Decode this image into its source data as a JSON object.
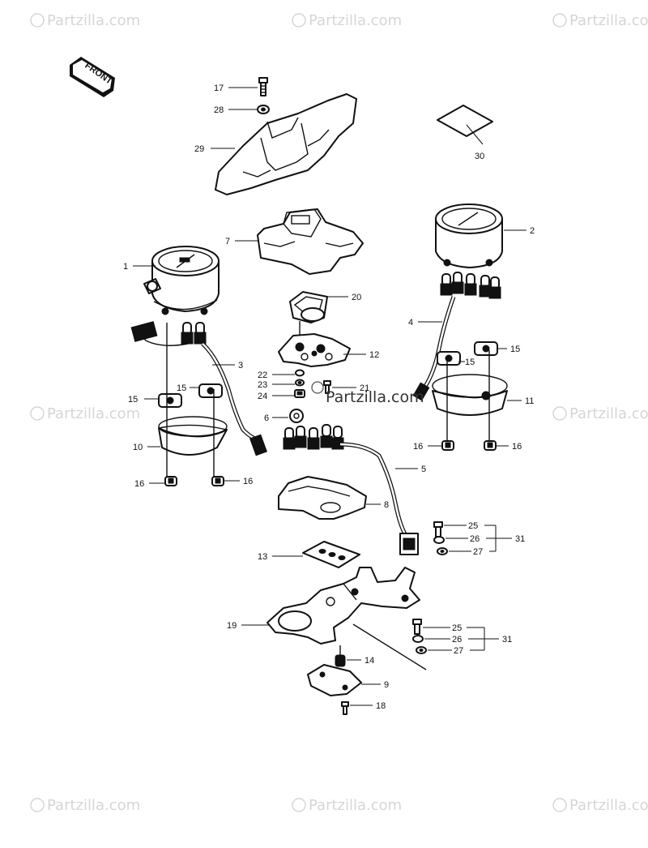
{
  "watermark": {
    "text": "Partzilla.com",
    "center_text": "Partzilla.com"
  },
  "front_arrow": {
    "text": "FRONT"
  },
  "callouts": {
    "c1": "1",
    "c2": "2",
    "c3": "3",
    "c4": "4",
    "c5": "5",
    "c6": "6",
    "c7": "7",
    "c8": "8",
    "c9": "9",
    "c10": "10",
    "c11": "11",
    "c12": "12",
    "c13": "13",
    "c14": "14",
    "c15a": "15",
    "c15b": "15",
    "c15c": "15",
    "c16a": "16",
    "c16b": "16",
    "c16c": "16",
    "c16d": "16",
    "c17": "17",
    "c18": "18",
    "c19": "19",
    "c20": "20",
    "c21": "21",
    "c22": "22",
    "c23": "23",
    "c24": "24",
    "c25a": "25",
    "c26a": "26",
    "c27a": "27",
    "c31a": "31",
    "c25b": "25",
    "c26b": "26",
    "c27b": "27",
    "c31b": "31",
    "c28": "28",
    "c29": "29",
    "c30": "30"
  },
  "colors": {
    "line": "#111111",
    "watermark": "#d6d6d6"
  }
}
